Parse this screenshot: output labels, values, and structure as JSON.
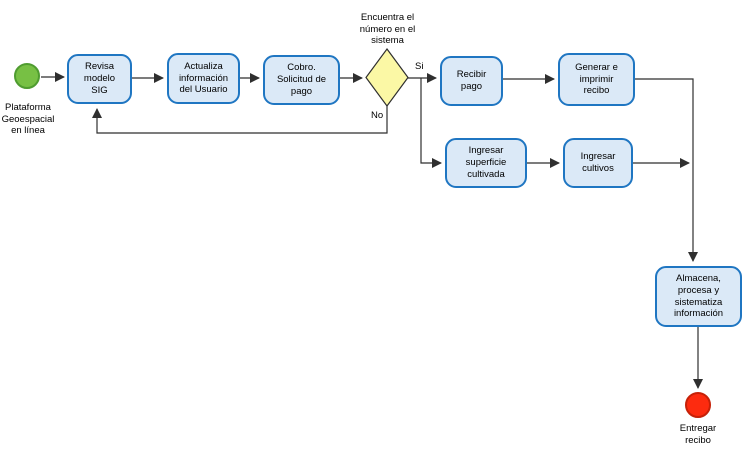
{
  "diagram": {
    "type": "flowchart",
    "nodes": {
      "start": {
        "shape": "circle-start",
        "label": "Plataforma\nGeoespacial\nen línea"
      },
      "revisa": {
        "shape": "task",
        "label": "Revisa\nmodelo\nSIG"
      },
      "actualiza": {
        "shape": "task",
        "label": "Actualiza\ninformación\ndel Usuario"
      },
      "cobro": {
        "shape": "task",
        "label": "Cobro.\nSolicitud de\npago"
      },
      "decision": {
        "shape": "diamond",
        "label": "Encuentra el\nnúmero en el\nsistema"
      },
      "recibir": {
        "shape": "task",
        "label": "Recibir\npago"
      },
      "generar": {
        "shape": "task",
        "label": "Generar e\nimprimir\nrecibo"
      },
      "superficie": {
        "shape": "task",
        "label": "Ingresar\nsuperficie\ncultivada"
      },
      "cultivos": {
        "shape": "task",
        "label": "Ingresar\ncultivos"
      },
      "almacena": {
        "shape": "task",
        "label": "Almacena,\nprocesa y\nsistematiza\ninformación"
      },
      "end": {
        "shape": "circle-end",
        "label": "Entregar\nrecibo"
      }
    },
    "branch_labels": {
      "yes": "Si",
      "no": "No"
    },
    "colors": {
      "task_fill": "#dbe9f7",
      "task_border": "#1f76c2",
      "decision_fill": "#fbf8a5",
      "decision_border": "#2f2f2f",
      "start_fill": "#77c044",
      "start_border": "#4f9c30",
      "end_fill": "#fd2b0f",
      "end_border": "#c62108",
      "connector": "#2f2f2f",
      "background": "#ffffff",
      "text": "#000000"
    }
  }
}
